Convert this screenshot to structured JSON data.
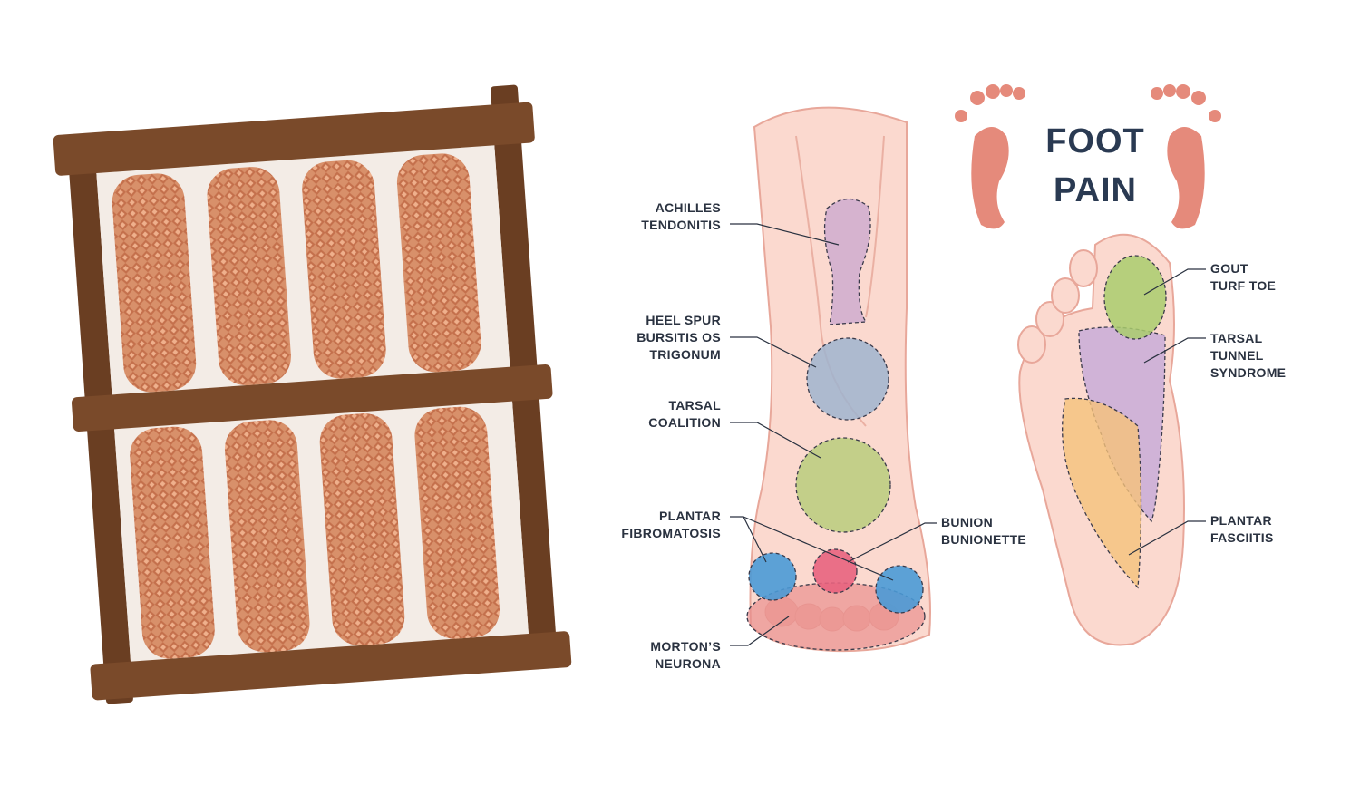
{
  "title": {
    "line1": "FOOT",
    "line2": "PAIN"
  },
  "colors": {
    "wood_frame": "#7a4a2a",
    "roller": "#d8906a",
    "skin": "#fbd9cf",
    "skin_outline": "#e8a79a",
    "footprint": "#e58a7b",
    "achilles": "#c9a6cf",
    "heel_spur": "#9fb4cf",
    "tarsal_coalition": "#b9cc7d",
    "bunion": "#e8637e",
    "plantar_fibromatosis": "#4a9ad6",
    "mortons": "#e88a8a",
    "gout": "#a9cc6d",
    "tarsal_tunnel": "#c5a9d8",
    "plantar_fasciitis": "#f5c27a",
    "label_text": "#2a3240"
  },
  "labels": {
    "achilles": [
      "ACHILLES",
      "TENDONITIS"
    ],
    "heel_spur": [
      "HEEL SPUR",
      "BURSITIS OS",
      "TRIGONUM"
    ],
    "tarsal_coalition": [
      "TARSAL",
      "COALITION"
    ],
    "plantar_fibromatosis": [
      "PLANTAR",
      "FIBROMATOSIS"
    ],
    "mortons": [
      "MORTON’S",
      "NEURONA"
    ],
    "bunion": [
      "BUNION",
      "BUNIONETTE"
    ],
    "gout": [
      "GOUT",
      "TURF TOE"
    ],
    "tarsal_tunnel": [
      "TARSAL",
      "TUNNEL",
      "SYNDROME"
    ],
    "plantar_fasciitis": [
      "PLANTAR",
      "FASCIITIS"
    ]
  },
  "icons": [
    "wooden-foot-roller-image",
    "left-footprint-icon",
    "right-footprint-icon"
  ]
}
